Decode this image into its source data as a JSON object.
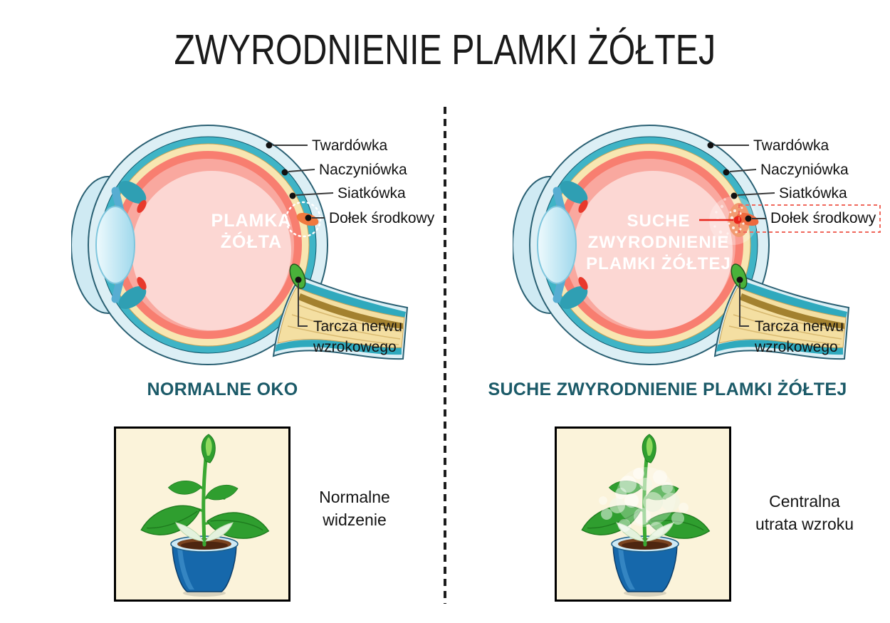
{
  "title": "ZWYRODNIENIE PLAMKI ŻÓŁTEJ",
  "eye_labels": {
    "sclera": "Twardówka",
    "choroid": "Naczyniówka",
    "retina": "Siatkówka",
    "fovea": "Dołek środkowy",
    "optic_line1": "Tarcza nerwu",
    "optic_line2": "wzrokowego"
  },
  "left": {
    "inner": [
      "PLAMKA",
      "ŻÓŁTA"
    ],
    "caption": "NORMALNE OKO",
    "vision": [
      "Normalne",
      "widzenie"
    ]
  },
  "right": {
    "inner": [
      "SUCHE",
      "ZWYRODNIENIE",
      "PLAMKI ŻÓŁTEJ"
    ],
    "caption": "SUCHE ZWYRODNIENIE PLAMKI ŻÓŁTEJ",
    "vision": [
      "Centralna",
      "utrata wzroku"
    ]
  },
  "colors": {
    "caption_teal": "#1b5a68",
    "alert_red": "#e8251c",
    "alert_box_red": "#f0685c",
    "sclera_blue": "#dceff5",
    "choroid_teal": "#3fb4c6",
    "layer_cream": "#f8e6b1",
    "retina_red": "#f87e70",
    "interior_pink": "#fcd7d3",
    "leaf_green": "#2f9e2f",
    "pot_blue": "#1668ab",
    "box_cream": "#fbf3da"
  }
}
